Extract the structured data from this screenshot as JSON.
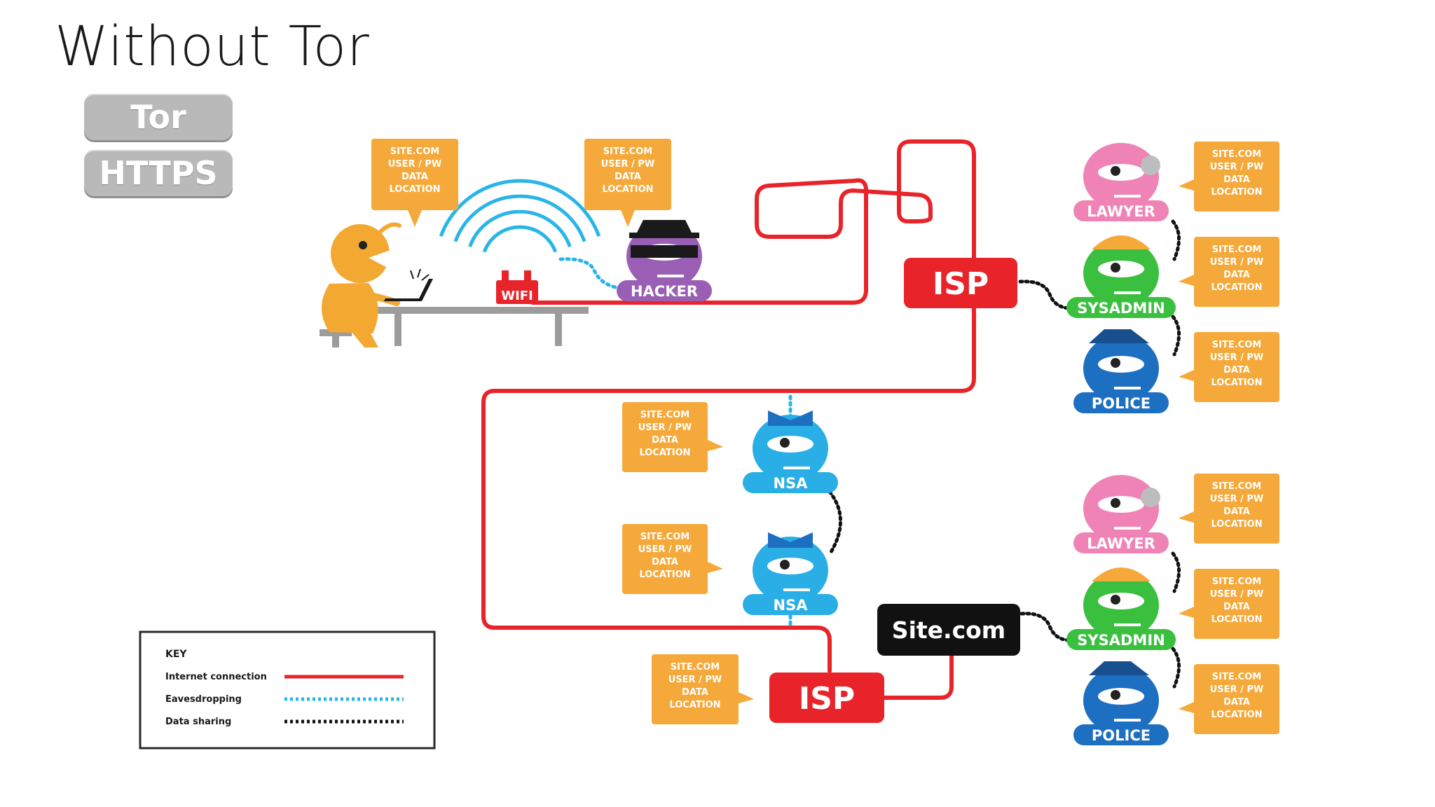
{
  "slide": {
    "title": "Without Tor"
  },
  "toggles": {
    "tor": "Tor",
    "https": "HTTPS"
  },
  "info_lines": [
    "SITE.COM",
    "USER / PW",
    "DATA",
    "LOCATION"
  ],
  "labels": {
    "wifi": "WIFI",
    "hacker": "HACKER",
    "isp": "ISP",
    "site": "Site.com",
    "nsa": "NSA",
    "lawyer": "LAWYER",
    "sysadmin": "SYSADMIN",
    "police": "POLICE"
  },
  "key": {
    "title": "KEY",
    "items": [
      {
        "label": "Internet connection",
        "style": "solid",
        "color": "#e8232a"
      },
      {
        "label": "Eavesdropping",
        "style": "dotted",
        "color": "#29b5e8"
      },
      {
        "label": "Data sharing",
        "style": "dotted",
        "color": "#111111"
      }
    ]
  },
  "colors": {
    "connection": "#e8232a",
    "eavesdrop": "#29b5e8",
    "sharing": "#111111",
    "info_box": "#f5a93a",
    "user": "#f3a832",
    "hacker": "#9a5fb5",
    "nsa": "#29aee6",
    "lawyer": "#ef83b6",
    "sysadmin": "#3bbf3f",
    "police": "#1d6fc1",
    "isp": "#e8232a",
    "site": "#111111"
  }
}
